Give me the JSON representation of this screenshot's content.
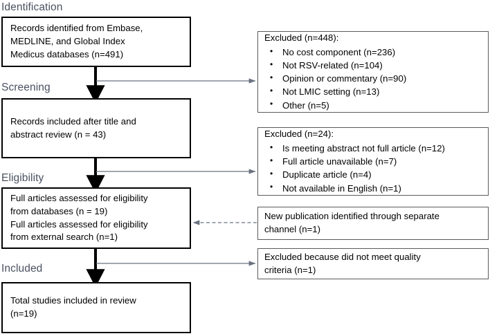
{
  "figure": {
    "type": "prisma-flow-diagram",
    "colors": {
      "main_box_border": "#000000",
      "side_box_border": "#5a5a5a",
      "phase_label": "#4a5160",
      "main_arrow": "#000000",
      "side_arrow": "#6b7280",
      "background": "#ffffff"
    }
  },
  "phases": [
    {
      "key": "identification",
      "label": "Identification"
    },
    {
      "key": "screening",
      "label": "Screening"
    },
    {
      "key": "eligibility",
      "label": "Eligibility"
    },
    {
      "key": "included",
      "label": "Included"
    }
  ],
  "main_nodes": [
    {
      "key": "records-identified",
      "text": "Records identified from Embase,\nMEDLINE, and Global Index\nMedicus databases (n=491)"
    },
    {
      "key": "records-after-title-abstract",
      "text": "Records included after title and\nabstract review (n = 43)"
    },
    {
      "key": "full-articles-eligibility",
      "text": "Full articles assessed for eligibility\nfrom databases (n = 19)\nFull articles assessed for eligibility\nfrom external search (n=1)"
    },
    {
      "key": "total-included",
      "text": "Total studies included in review\n(n=19)"
    }
  ],
  "side_nodes": [
    {
      "key": "excluded-screening",
      "heading": "Excluded (n=448):",
      "items": [
        "No cost component (n=236)",
        "Not RSV-related (n=104)",
        "Opinion or commentary (n=90)",
        "Not LMIC setting (n=13)",
        "Other (n=5)"
      ]
    },
    {
      "key": "excluded-eligibility",
      "heading": "Excluded (n=24):",
      "items": [
        "Is meeting abstract not full article (n=12)",
        "Full article unavailable (n=7)",
        "Duplicate article (n=4)",
        "Not available in English (n=1)"
      ]
    },
    {
      "key": "new-publication",
      "text": "New publication identified through separate\nchannel (n=1)"
    },
    {
      "key": "excluded-quality",
      "text": "Excluded because did not meet quality\ncriteria (n=1)"
    }
  ]
}
